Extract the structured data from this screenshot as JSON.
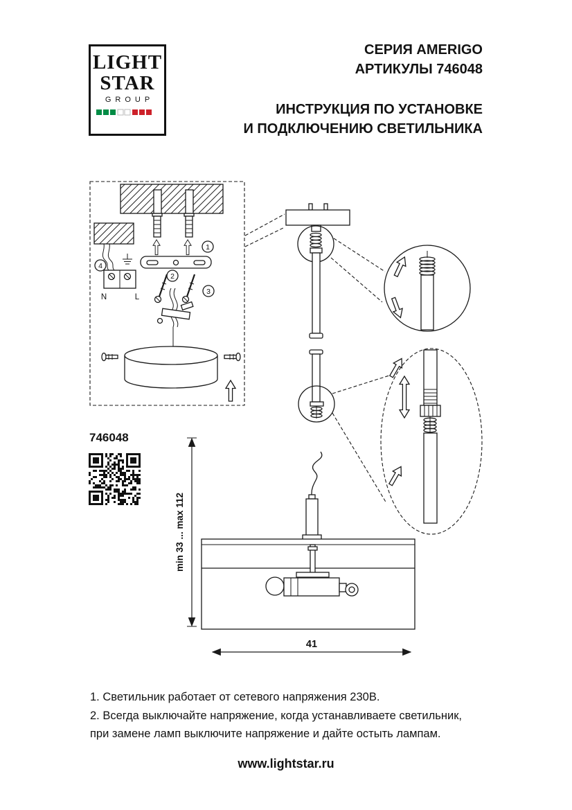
{
  "logo": {
    "line1": "LIGHT",
    "line2": "STAR",
    "line3": "GROUP"
  },
  "header": {
    "series": "СЕРИЯ AMERIGO",
    "articles": "АРТИКУЛЫ 746048",
    "instruction_line1": "ИНСТРУКЦИЯ ПО УСТАНОВКЕ",
    "instruction_line2": "И ПОДКЛЮЧЕНИЮ СВЕТИЛЬНИКА"
  },
  "article_number": "746048",
  "diagram": {
    "terminal_n": "N",
    "terminal_l": "L",
    "step1": "1",
    "step2": "2",
    "step3": "3",
    "step4": "4",
    "dim_vertical": "min 33 ... max 112",
    "dim_width": "41"
  },
  "notes": {
    "line1": "1. Светильник работает от сетевого напряжения 230В.",
    "line2": "2. Всегда выключайте напряжение, когда устанавливаете светильник,",
    "line3": "при замене ламп выключите напряжение и дайте остыть лампам."
  },
  "footer": {
    "website": "www.lightstar.ru"
  },
  "colors": {
    "flag_green": "#008C45",
    "flag_white": "#ffffff",
    "flag_red": "#CD212A"
  }
}
